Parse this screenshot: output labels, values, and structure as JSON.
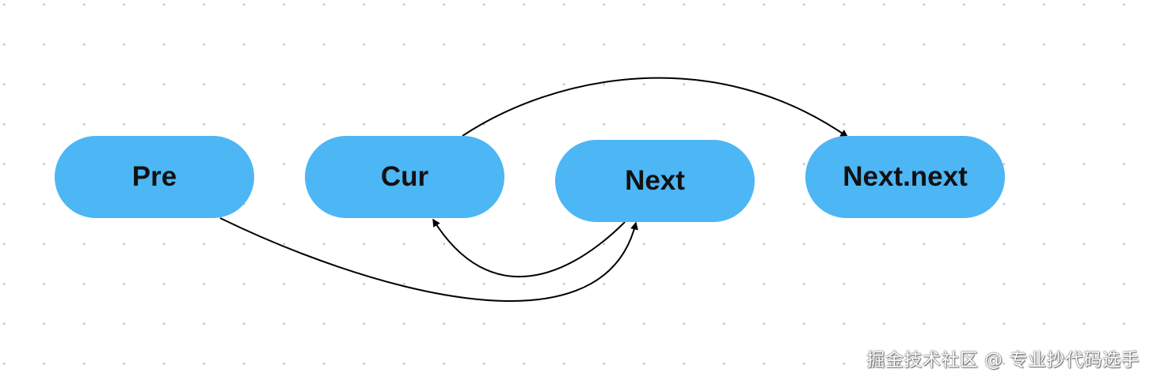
{
  "diagram": {
    "nodes": [
      {
        "id": "pre",
        "label": "Pre"
      },
      {
        "id": "cur",
        "label": "Cur"
      },
      {
        "id": "next",
        "label": "Next"
      },
      {
        "id": "nextnext",
        "label": "Next.next"
      }
    ],
    "edges": [
      {
        "from": "cur",
        "to": "nextnext"
      },
      {
        "from": "next",
        "to": "cur"
      },
      {
        "from": "pre",
        "to": "next"
      }
    ]
  },
  "colors": {
    "node_fill": "#4db6f4",
    "node_text": "#111111",
    "edge": "#000000",
    "dot_grid": "#c4c4c4"
  },
  "watermark": "掘金技术社区 @ 专业抄代码选手"
}
